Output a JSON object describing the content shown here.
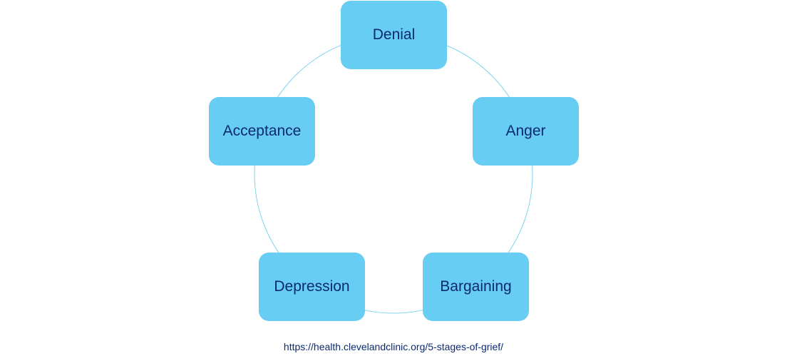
{
  "colors": {
    "box_fill": "#67cdf2",
    "box_text": "#0b2a6f",
    "ring_stroke": "#7fd3f0",
    "source_text": "#0b2a6f"
  },
  "stages": [
    {
      "label": "Denial"
    },
    {
      "label": "Anger"
    },
    {
      "label": "Bargaining"
    },
    {
      "label": "Depression"
    },
    {
      "label": "Acceptance"
    }
  ],
  "source_url": "https://health.clevelandclinic.org/5-stages-of-grief/"
}
